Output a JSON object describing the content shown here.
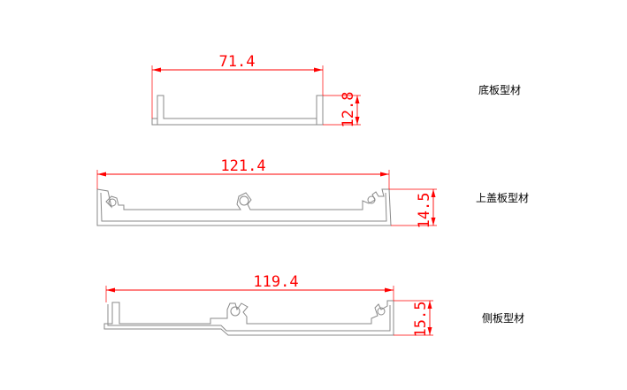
{
  "profiles": [
    {
      "name": "底板型材",
      "width_dim": "71.4",
      "height_dim": "12.8"
    },
    {
      "name": "上盖板型材",
      "width_dim": "121.4",
      "height_dim": "14.5"
    },
    {
      "name": "侧板型材",
      "width_dim": "119.4",
      "height_dim": "15.5"
    }
  ],
  "colors": {
    "dimension": "#ff0000",
    "outline": "#8a8a8a",
    "label": "#000000"
  }
}
